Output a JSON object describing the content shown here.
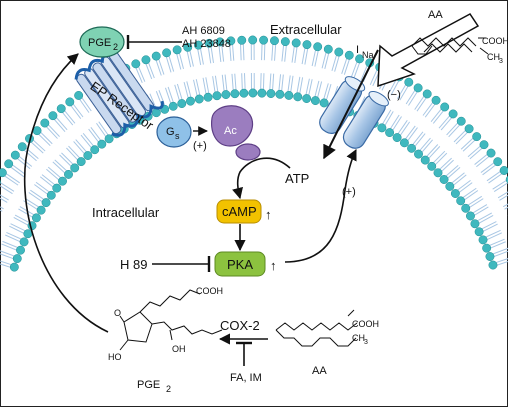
{
  "labels": {
    "extracellular": "Extracellular",
    "intracellular": "Intracellular",
    "ep_receptor": "EP Receptor",
    "antagonist_1": "AH 6809",
    "antagonist_2": "AH 23848",
    "pge2_receptor_ligand": "PGE",
    "pge2_subscript": "2",
    "gs": "G",
    "gs_subscript": "s",
    "gs_stimulation": "(+)",
    "ac": "Ac",
    "atp": "ATP",
    "camp": "cAMP",
    "pka": "PKA",
    "h89": "H 89",
    "ina": "I",
    "ina_subscript": "Na",
    "channel_effect_right": "(−)",
    "pka_effect": "(+)",
    "aa_outside": "AA",
    "aa_inside": "AA",
    "cox2": "COX-2",
    "cox_inhibitors": "FA, IM",
    "pge2_product": "PGE",
    "pge2_product_subscript": "2",
    "cooh_outside": "COOH",
    "ch3_outside": "CH",
    "ch3_outside_subscript": "3",
    "cooh_inside": "COOH",
    "ch3_inside": "CH",
    "ch3_inside_subscript": "3",
    "cooh_pge2": "COOH",
    "pge2_o": "O",
    "pge2_ho": "HO",
    "pge2_oh": "OH",
    "up_arrow": "↑"
  },
  "colors": {
    "lipid_head": "#3fb8be",
    "lipid_tail": "#a9c7e4",
    "receptor": "#c9d9ef",
    "receptor_outline": "#3a5f96",
    "pge2_fill": "#7fd2b3",
    "gs_fill": "#8fc1e8",
    "ac_fill": "#9b7dbf",
    "camp_fill": "#f2c200",
    "pka_fill": "#8cc23f",
    "channel_fill": "#b9d3ec"
  }
}
